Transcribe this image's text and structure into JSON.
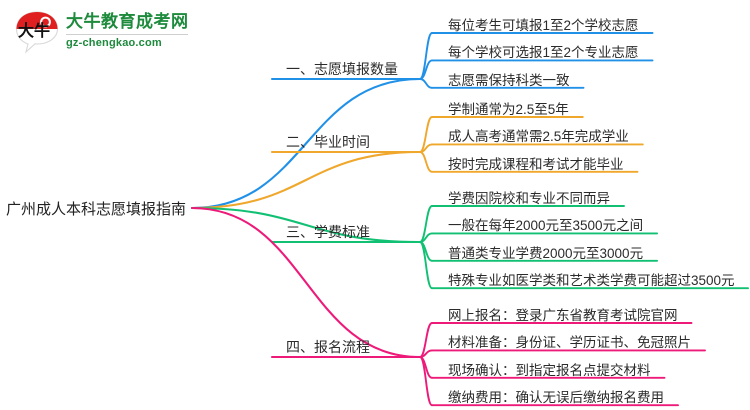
{
  "logo": {
    "mark_text": "大牛",
    "title": "大牛教育成考网",
    "domain": "gz-chengkao.com",
    "brand_green": "#1d8a3c",
    "brand_red": "#e02020"
  },
  "mindmap": {
    "root": {
      "label": "广州成人本科志愿填报指南"
    },
    "branches": [
      {
        "label": "一、志愿填报数量",
        "color": "#2191e8",
        "children": [
          "每位考生可填报1至2个学校志愿",
          "每个学校可选报1至2个专业志愿",
          "志愿需保持科类一致"
        ]
      },
      {
        "label": "二、毕业时间",
        "color": "#efa72c",
        "children": [
          "学制通常为2.5至5年",
          "成人高考通常需2.5年完成学业",
          "按时完成课程和考试才能毕业"
        ]
      },
      {
        "label": "三、学费标准",
        "color": "#12c074",
        "children": [
          "学费因院校和专业不同而异",
          "一般在每年2000元至3500元之间",
          "普通类专业学费2000元至3000元",
          "特殊专业如医学类和艺术类学费可能超过3500元"
        ]
      },
      {
        "label": "四、报名流程",
        "color": "#ed1a79",
        "children": [
          "网上报名：登录广东省教育考试院官网",
          "材料准备：身份证、学历证书、免冠照片",
          "现场确认：到指定报名点提交材料",
          "缴纳费用：确认无误后缴纳报名费用"
        ]
      }
    ]
  }
}
